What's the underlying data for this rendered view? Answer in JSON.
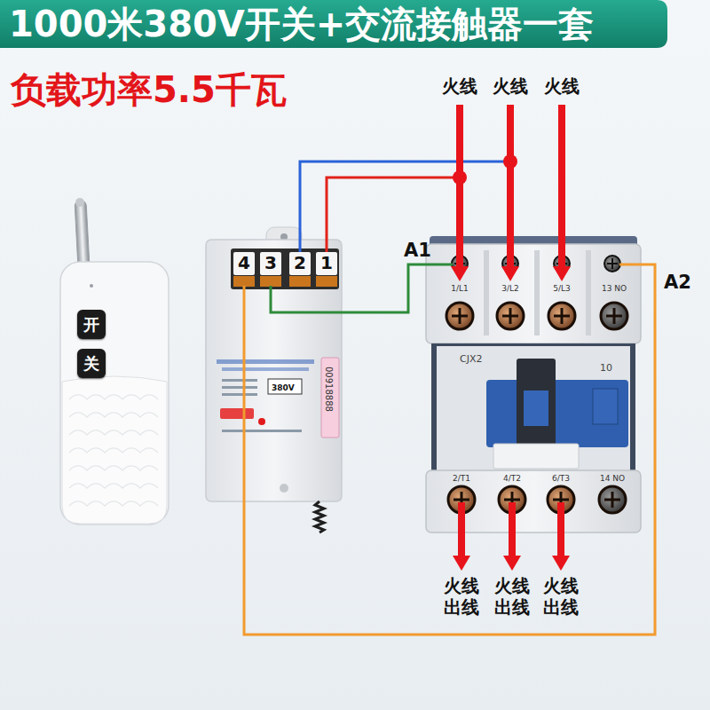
{
  "diagram": {
    "title": "1000米380V开关+交流接触器一套",
    "nodes": [
      {
        "text": [
          "开"
        ]
      },
      {
        "text": [
          "关"
        ]
      },
      {
        "text": [
          "380V",
          "00918888"
        ]
      },
      {
        "text": [
          "CJX2",
          "10"
        ]
      }
    ],
    "edges": [
      {
        "from": 2,
        "to": 3,
        "arrow": "none"
      },
      {
        "from": 2,
        "to": 3,
        "arrow": "none"
      }
    ],
    "labels": [
      "负载功率5.5千瓦",
      "火线",
      "火线",
      "火线",
      "4",
      "3",
      "2",
      "1",
      "A1",
      "A2",
      "1/L1",
      "3/L2",
      "5/L3",
      "13 NO",
      "2/T1",
      "4/T2",
      "6/T3",
      "14 NO",
      "火线 出线",
      "火线 出线",
      "火线 出线"
    ]
  }
}
